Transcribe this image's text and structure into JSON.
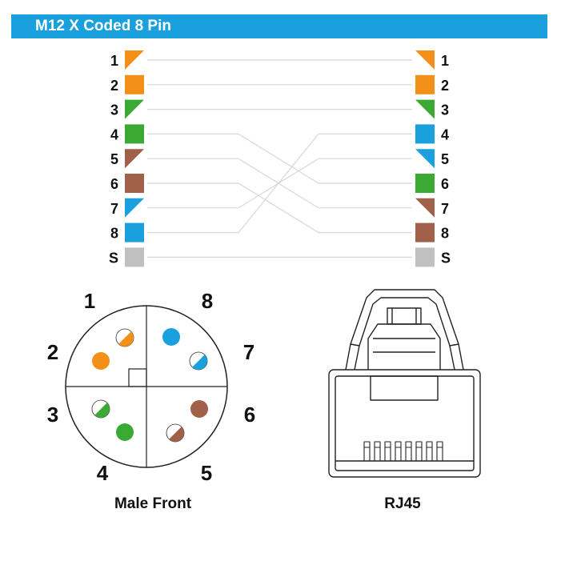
{
  "title": "M12 X Coded 8 Pin",
  "colors": {
    "orange": "#f39018",
    "green": "#3aaa35",
    "brown": "#a0604a",
    "blue": "#1aa0dc",
    "grey": "#c0c0c0",
    "wire": "#d8d8d8",
    "title_bg": "#1aa0dc"
  },
  "left_pins": [
    {
      "label": "1",
      "color": "orange",
      "style": "stripe"
    },
    {
      "label": "2",
      "color": "orange",
      "style": "solid"
    },
    {
      "label": "3",
      "color": "green",
      "style": "stripe"
    },
    {
      "label": "4",
      "color": "green",
      "style": "solid"
    },
    {
      "label": "5",
      "color": "brown",
      "style": "stripe"
    },
    {
      "label": "6",
      "color": "brown",
      "style": "solid"
    },
    {
      "label": "7",
      "color": "blue",
      "style": "stripe"
    },
    {
      "label": "8",
      "color": "blue",
      "style": "solid"
    },
    {
      "label": "S",
      "color": "grey",
      "style": "solid"
    }
  ],
  "right_pins": [
    {
      "label": "1",
      "color": "orange",
      "style": "stripe"
    },
    {
      "label": "2",
      "color": "orange",
      "style": "solid"
    },
    {
      "label": "3",
      "color": "green",
      "style": "stripe"
    },
    {
      "label": "4",
      "color": "blue",
      "style": "solid"
    },
    {
      "label": "5",
      "color": "blue",
      "style": "stripe"
    },
    {
      "label": "6",
      "color": "green",
      "style": "solid"
    },
    {
      "label": "7",
      "color": "brown",
      "style": "stripe"
    },
    {
      "label": "8",
      "color": "brown",
      "style": "solid"
    },
    {
      "label": "S",
      "color": "grey",
      "style": "solid"
    }
  ],
  "connections": [
    {
      "from": "1",
      "to": "1"
    },
    {
      "from": "2",
      "to": "2"
    },
    {
      "from": "3",
      "to": "3"
    },
    {
      "from": "4",
      "to": "6"
    },
    {
      "from": "5",
      "to": "7"
    },
    {
      "from": "6",
      "to": "8"
    },
    {
      "from": "7",
      "to": "5"
    },
    {
      "from": "8",
      "to": "4"
    },
    {
      "from": "S",
      "to": "S"
    }
  ],
  "m12_face": {
    "caption": "Male Front",
    "numbers": [
      "1",
      "2",
      "3",
      "4",
      "5",
      "6",
      "7",
      "8"
    ],
    "pins": [
      {
        "pin": "1",
        "color": "orange",
        "style": "stripe"
      },
      {
        "pin": "2",
        "color": "orange",
        "style": "solid"
      },
      {
        "pin": "3",
        "color": "green",
        "style": "stripe"
      },
      {
        "pin": "4",
        "color": "green",
        "style": "solid"
      },
      {
        "pin": "5",
        "color": "brown",
        "style": "stripe"
      },
      {
        "pin": "6",
        "color": "brown",
        "style": "solid"
      },
      {
        "pin": "7",
        "color": "blue",
        "style": "stripe"
      },
      {
        "pin": "8",
        "color": "blue",
        "style": "solid"
      }
    ]
  },
  "rj45": {
    "caption": "RJ45",
    "contact_count": 8
  }
}
